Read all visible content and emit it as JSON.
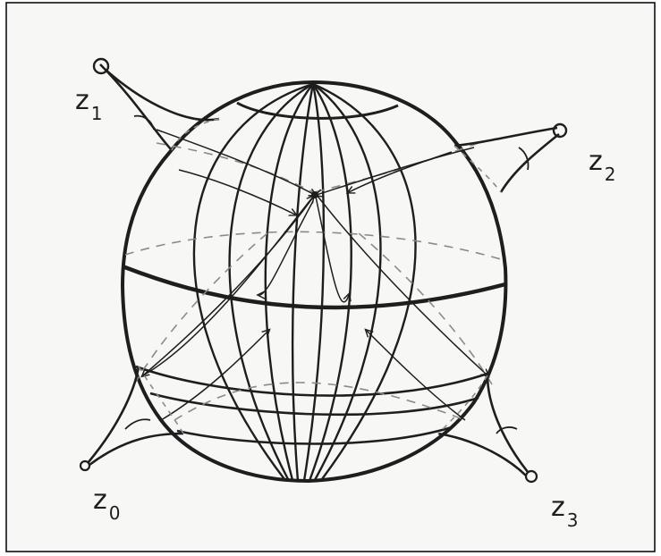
{
  "labels": {
    "z1": {
      "base": "z",
      "sub": "1"
    },
    "z2": {
      "base": "z",
      "sub": "2"
    },
    "z0": {
      "base": "z",
      "sub": "0"
    },
    "z3": {
      "base": "z",
      "sub": "3"
    }
  },
  "colors": {
    "ink": "#1e1e1e",
    "pencil_light": "#8a8a8a",
    "paper": "#f7f7f5",
    "frame": "#000000"
  }
}
